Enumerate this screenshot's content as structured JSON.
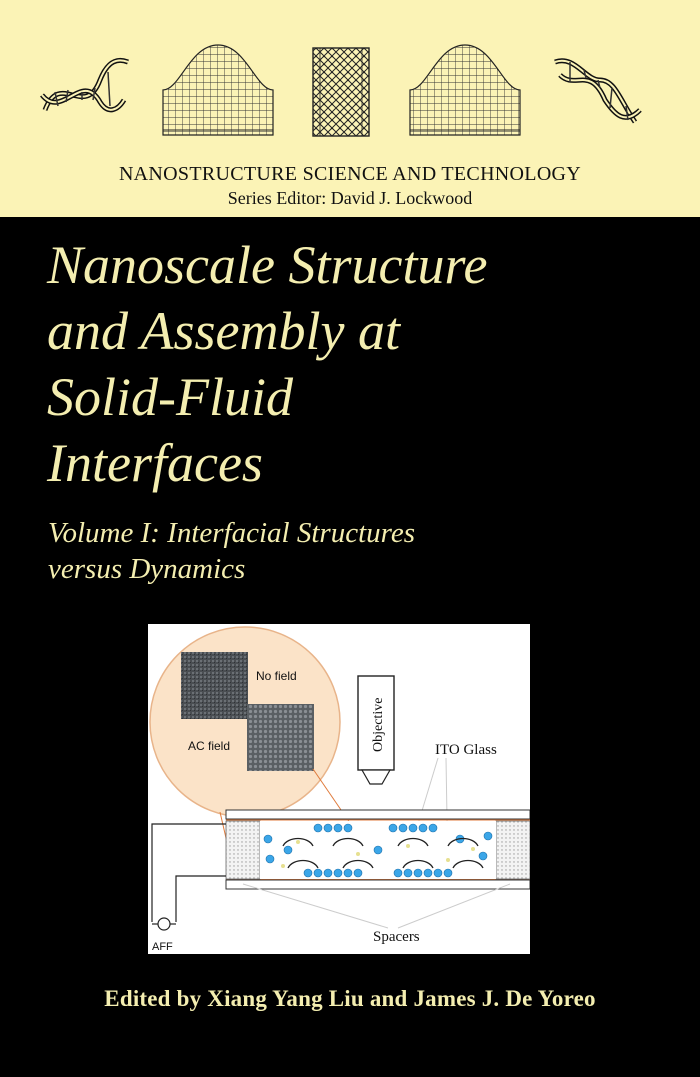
{
  "series": {
    "title": "NANOSTRUCTURE SCIENCE AND TECHNOLOGY",
    "editor": "Series Editor: David J. Lockwood"
  },
  "book": {
    "title_lines": [
      "Nanoscale Structure",
      "and Assembly at",
      "Solid-Fluid",
      "Interfaces"
    ],
    "subtitle_lines": [
      "Volume I: Interfacial Structures",
      "versus Dynamics"
    ],
    "editors": "Edited by Xiang Yang Liu and James J. De Yoreo"
  },
  "figure": {
    "label_no_field": "No field",
    "label_ac_field": "AC field",
    "label_objective": "Objective",
    "label_ito_glass": "ITO Glass",
    "label_spacers": "Spacers",
    "label_aff": "AFF"
  },
  "colors": {
    "band": "#fbf3b6",
    "title_text": "#f4eeb0",
    "background": "#000000"
  },
  "icons": [
    "dna-helix-icon",
    "lattice-mound-icon",
    "nanotube-icon",
    "lattice-mound-icon",
    "dna-helix-icon"
  ]
}
